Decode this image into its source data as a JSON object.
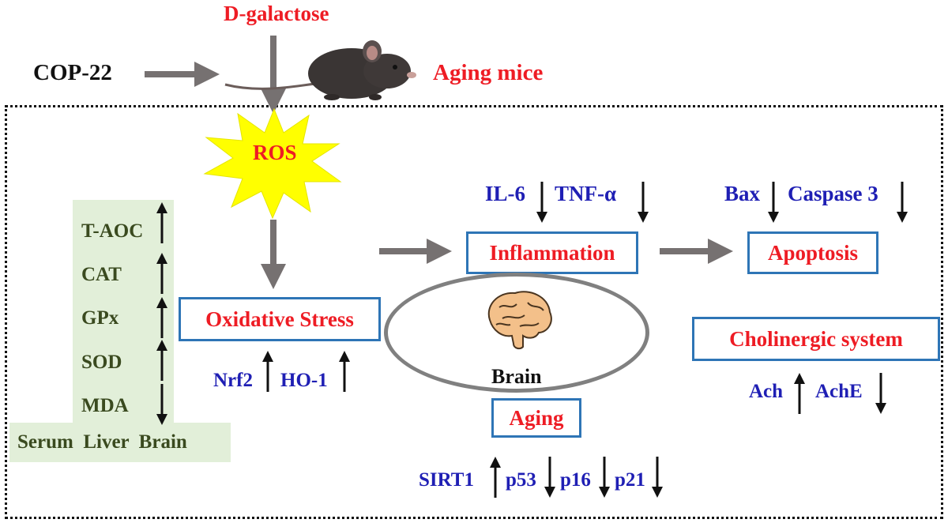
{
  "top": {
    "d_galactose": "D-galactose",
    "cop22": "COP-22",
    "aging_mice": "Aging mice"
  },
  "ros": {
    "label": "ROS"
  },
  "inflammation": {
    "label": "Inflammation",
    "markers": [
      {
        "name": "IL-6",
        "direction": "down"
      },
      {
        "name": "TNF-α",
        "direction": "down"
      }
    ]
  },
  "apoptosis": {
    "label": "Apoptosis",
    "markers": [
      {
        "name": "Bax",
        "direction": "down"
      },
      {
        "name": "Caspase 3",
        "direction": "down"
      }
    ]
  },
  "oxidative_stress": {
    "label": "Oxidative Stress",
    "markers": [
      {
        "name": "Nrf2",
        "direction": "up"
      },
      {
        "name": "HO-1",
        "direction": "up"
      }
    ]
  },
  "brain": {
    "label": "Brain"
  },
  "cholinergic": {
    "label": "Cholinergic system",
    "markers": [
      {
        "name": "Ach",
        "direction": "up"
      },
      {
        "name": "AchE",
        "direction": "down"
      }
    ]
  },
  "aging": {
    "label": "Aging",
    "markers": [
      {
        "name": "SIRT1",
        "direction": "up"
      },
      {
        "name": "p53",
        "direction": "down"
      },
      {
        "name": "p16",
        "direction": "down"
      },
      {
        "name": "p21",
        "direction": "down"
      }
    ]
  },
  "antioxidant_panel": {
    "items": [
      {
        "name": "T-AOC",
        "direction": "up"
      },
      {
        "name": "CAT",
        "direction": "up"
      },
      {
        "name": "GPx",
        "direction": "up"
      },
      {
        "name": "SOD",
        "direction": "up"
      },
      {
        "name": "MDA",
        "direction": "down"
      }
    ],
    "tissues": "Serum  Liver  Brain"
  },
  "colors": {
    "red_text": "#ee1c24",
    "blue_text": "#1f1fb4",
    "box_border": "#2e75b6",
    "arrow_gray": "#767171",
    "ros_burst": "#ffff00",
    "panel_green": "#e2efd9",
    "ellipse_gray": "#808080"
  }
}
